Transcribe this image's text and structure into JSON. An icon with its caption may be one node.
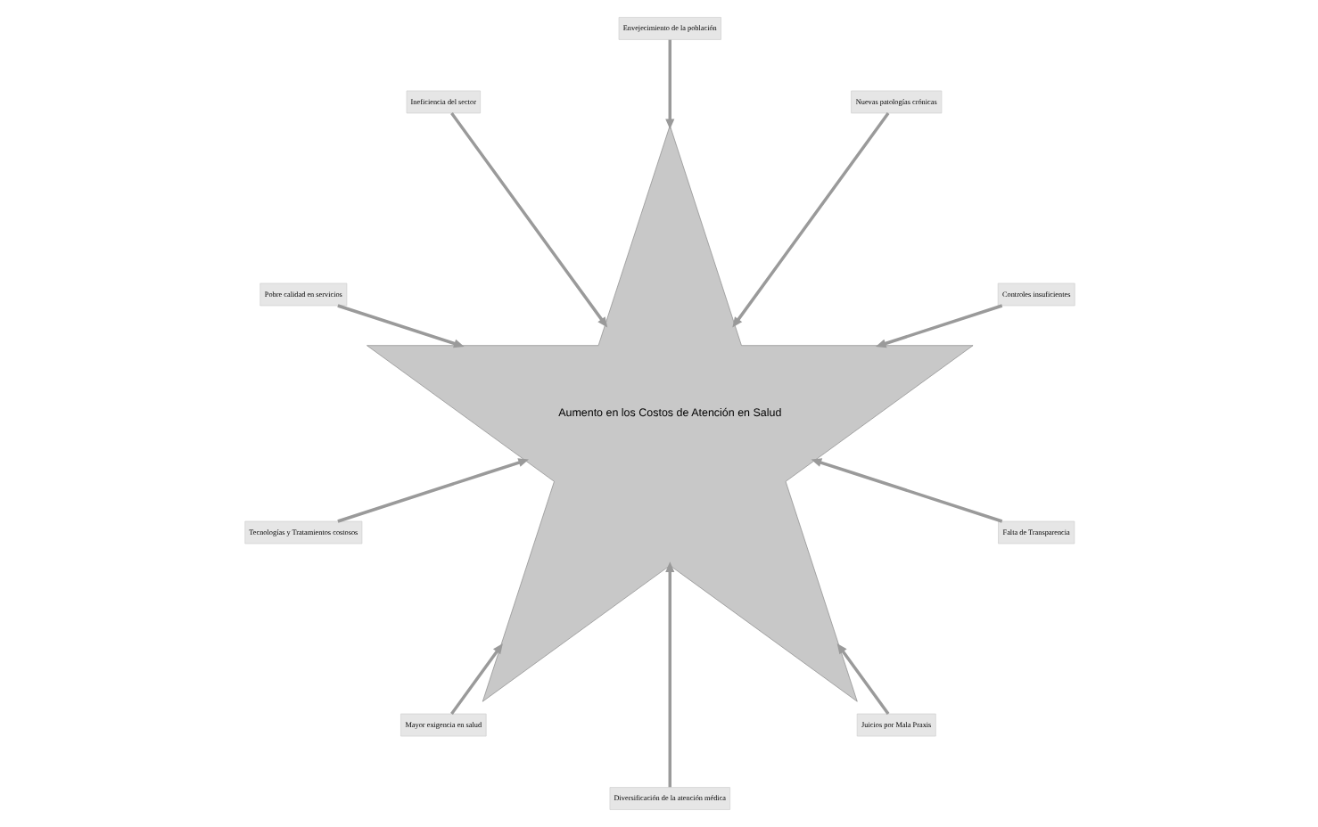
{
  "diagram": {
    "nodes": [
      {
        "text": [
          "Controles insuficientes"
        ]
      },
      {
        "text": [
          "Nuevas patologías crónicas"
        ]
      },
      {
        "text": [
          "Envejecimiento de la población"
        ]
      },
      {
        "text": [
          "Ineficiencia del sector"
        ]
      },
      {
        "text": [
          "Pobre calidad en servicios"
        ]
      },
      {
        "text": [
          "Aumento en los Costos de Atención en Salud"
        ]
      },
      {
        "text": [
          "Tecnologías y Tratamientos costosos"
        ]
      },
      {
        "text": [
          "Mayor exigencia en salud"
        ]
      },
      {
        "text": [
          "Diversificación de la atención médica"
        ]
      },
      {
        "text": [
          "Juicios por Mala Praxis"
        ]
      },
      {
        "text": [
          "Falta de Transparencia"
        ]
      }
    ],
    "edges": [
      {
        "from": 0,
        "to": 5,
        "arrow": "to"
      },
      {
        "from": 1,
        "to": 5,
        "arrow": "to"
      },
      {
        "from": 2,
        "to": 5,
        "arrow": "to"
      },
      {
        "from": 3,
        "to": 5,
        "arrow": "to"
      },
      {
        "from": 4,
        "to": 5,
        "arrow": "to"
      },
      {
        "from": 6,
        "to": 5,
        "arrow": "to"
      },
      {
        "from": 7,
        "to": 5,
        "arrow": "to"
      },
      {
        "from": 8,
        "to": 5,
        "arrow": "to"
      },
      {
        "from": 9,
        "to": 5,
        "arrow": "to"
      },
      {
        "from": 10,
        "to": 5,
        "arrow": "to"
      }
    ]
  }
}
